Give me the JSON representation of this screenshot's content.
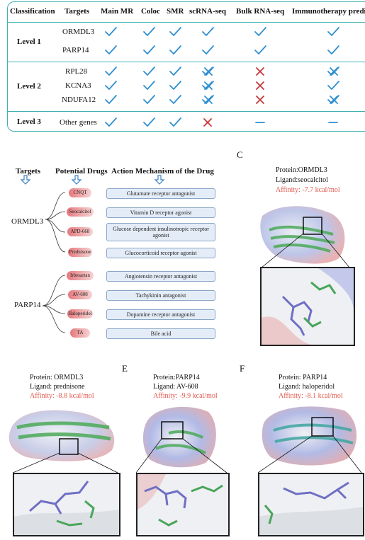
{
  "table": {
    "headers": [
      "Classification",
      "Targets",
      "Main MR",
      "Coloc",
      "SMR",
      "scRNA-seq",
      "Bulk RNA-seq",
      "Immunotherapy predi"
    ],
    "levels": [
      {
        "label": "Level 1",
        "rows": [
          {
            "target": "ORMDL3",
            "marks": [
              "check",
              "check",
              "check",
              "check",
              "check",
              "check"
            ]
          },
          {
            "target": "PARP14",
            "marks": [
              "check",
              "check",
              "check",
              "check",
              "check",
              "check"
            ]
          }
        ]
      },
      {
        "label": "Level 2",
        "rows": [
          {
            "target": "RPL28",
            "marks": [
              "check",
              "check",
              "check",
              "checkcross",
              "cross",
              "checkcross"
            ]
          },
          {
            "target": "KCNA3",
            "marks": [
              "check",
              "check",
              "check",
              "checkcross",
              "cross",
              "check"
            ]
          },
          {
            "target": "NDUFA12",
            "marks": [
              "check",
              "check",
              "check",
              "checkcross",
              "cross",
              "checkcross"
            ]
          }
        ]
      },
      {
        "label": "Level 3",
        "rows": [
          {
            "target": "Other genes",
            "marks": [
              "check",
              "check",
              "check",
              "cross",
              "dash",
              "dash"
            ]
          }
        ]
      }
    ],
    "colors": {
      "border": "#3fb0b4",
      "check": "#2f8fd0",
      "cross": "#c8383c"
    }
  },
  "drugs": {
    "col_headers": [
      "Targets",
      "Potential Drugs",
      "Action Mechanism of the Drug"
    ],
    "targets": [
      {
        "name": "ORMDL3",
        "items": [
          {
            "drug": "CNQT",
            "mechanism": "Glutamate receptor antagonist"
          },
          {
            "drug": "Seocalcitol",
            "mechanism": "Vitamin D receptor agonist"
          },
          {
            "drug": "APD-668",
            "mechanism": "Glucose dependent insulinotropic receptor agonist"
          },
          {
            "drug": "Prednisone",
            "mechanism": "Glucocorticoid receptor agonist"
          }
        ]
      },
      {
        "name": "PARP14",
        "items": [
          {
            "drug": "Irbesartan",
            "mechanism": "Angiotensin receptor antagonist"
          },
          {
            "drug": "AV-608",
            "mechanism": "Tachykinin antagonist"
          },
          {
            "drug": "Haloperidol",
            "mechanism": "Dopamine receptor antagonist"
          },
          {
            "drug": "TA",
            "mechanism": "Bile acid"
          }
        ]
      }
    ]
  },
  "dockings": [
    {
      "panel": "C",
      "protein": "Protein:ORMDL3",
      "ligand": "Ligand:seocalcitol",
      "affinity": "Affinity: -7.7 kcal/mol"
    },
    {
      "panel": "",
      "protein": "Protein: ORMDL3",
      "ligand": "Ligand: prednisone",
      "affinity": "Affinity: -8.8 kcal/mol"
    },
    {
      "panel": "E",
      "protein": "Protein:PARP14",
      "ligand": "Ligand: AV-608",
      "affinity": "Affinity: -9.9 kcal/mol"
    },
    {
      "panel": "F",
      "protein": "Protein: PARP14",
      "ligand": "Ligand: haloperidol",
      "affinity": "Affinity: -8.1 kcal/mol"
    }
  ]
}
